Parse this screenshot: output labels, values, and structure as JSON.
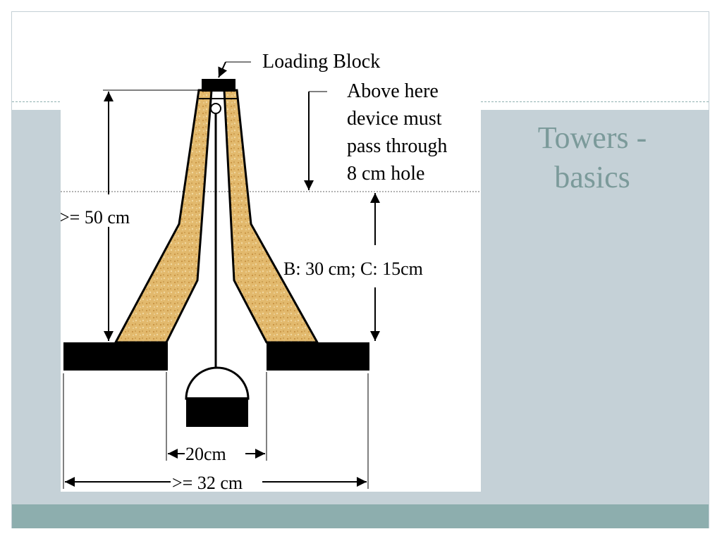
{
  "slide": {
    "title_line1": "Towers -",
    "title_line2": "basics"
  },
  "diagram": {
    "loading_block": "Loading Block",
    "above_line1": "Above here",
    "above_line2": "device must",
    "above_line3": "pass through",
    "above_line4": "8 cm hole",
    "height_label": ">= 50 cm",
    "section_label": "B: 30 cm; C: 15cm",
    "gap_label": "20cm",
    "width_label": ">= 32 cm"
  },
  "colors": {
    "band": "#c5d1d7",
    "footer": "#8daeae",
    "title": "#7b9a9a",
    "tower_fill": "#e0b66a",
    "tower_outline": "#000000"
  },
  "icons": [
    "arrow-icon",
    "pulley-icon",
    "bucket-icon"
  ]
}
